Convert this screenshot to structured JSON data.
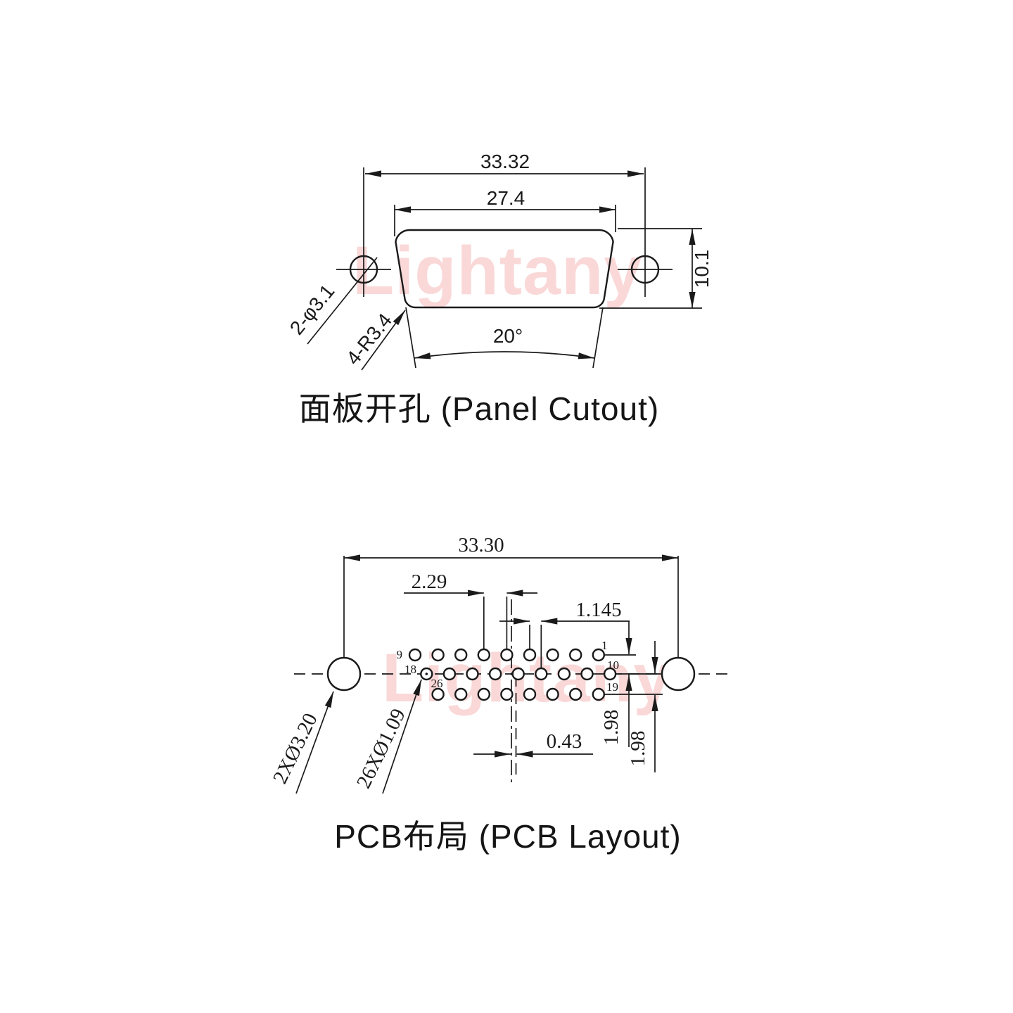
{
  "watermark": {
    "text": "Lightany",
    "color": "#fad8d8"
  },
  "panel_cutout": {
    "title": "面板开孔 (Panel Cutout)",
    "dims": {
      "overall_width": "33.32",
      "cutout_width": "27.4",
      "height": "10.1",
      "side_angle": "20°",
      "mount_holes": "2-φ3.1",
      "corner_radius": "4-R3.4"
    }
  },
  "pcb_layout": {
    "title": "PCB布局 (PCB Layout)",
    "dims": {
      "overall_width": "33.30",
      "pin_pitch": "2.29",
      "row_stagger": "1.145",
      "center_offset": "0.43",
      "row_spacing_upper": "1.98",
      "row_spacing_lower": "1.98",
      "mount_holes": "2XØ3.20",
      "pin_holes": "26XØ1.09"
    },
    "pins": {
      "pin1": "1",
      "pin9": "9",
      "pin10": "10",
      "pin18": "18",
      "pin19": "19",
      "pin26": "26"
    }
  }
}
